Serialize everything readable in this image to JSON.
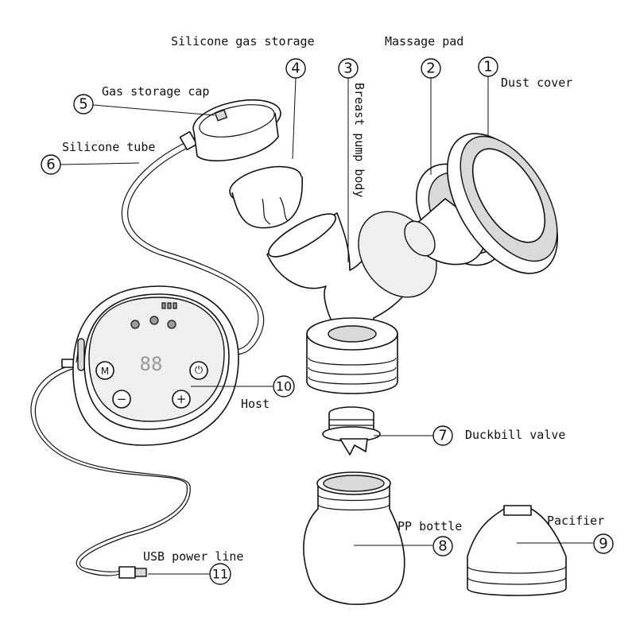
{
  "parts": [
    {
      "number": "1",
      "label": "Dust cover",
      "icon": "dust-cover-icon"
    },
    {
      "number": "2",
      "label": "Massage pad",
      "icon": "massage-pad-icon"
    },
    {
      "number": "3",
      "label": "Breast pump body",
      "icon": "breast-pump-body-icon"
    },
    {
      "number": "4",
      "label": "Silicone gas storage",
      "icon": "silicone-gas-storage-icon"
    },
    {
      "number": "5",
      "label": "Gas storage cap",
      "icon": "gas-storage-cap-icon"
    },
    {
      "number": "6",
      "label": "Silicone tube",
      "icon": "silicone-tube-icon"
    },
    {
      "number": "7",
      "label": "Duckbill valve",
      "icon": "duckbill-valve-icon"
    },
    {
      "number": "8",
      "label": "PP bottle",
      "icon": "pp-bottle-icon"
    },
    {
      "number": "9",
      "label": "Pacifier",
      "icon": "pacifier-icon"
    },
    {
      "number": "10",
      "label": "Host",
      "icon": "host-device-icon"
    },
    {
      "number": "11",
      "label": "USB power line",
      "icon": "usb-cable-icon"
    }
  ],
  "host_panel": {
    "display": "88",
    "mode_button": "M",
    "minus_button": "−",
    "plus_button": "+",
    "power_symbol": "⏻"
  }
}
